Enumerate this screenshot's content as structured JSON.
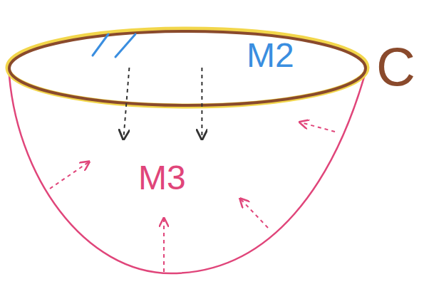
{
  "diagram": {
    "nodes": [
      {
        "text": [
          "M2"
        ]
      },
      {
        "text": [
          "M3"
        ]
      }
    ],
    "edges": [
      {
        "from": 0,
        "to": 1,
        "arrow": "to"
      },
      {
        "from": 0,
        "to": 1,
        "arrow": "to"
      }
    ],
    "labels": [
      "C"
    ]
  }
}
